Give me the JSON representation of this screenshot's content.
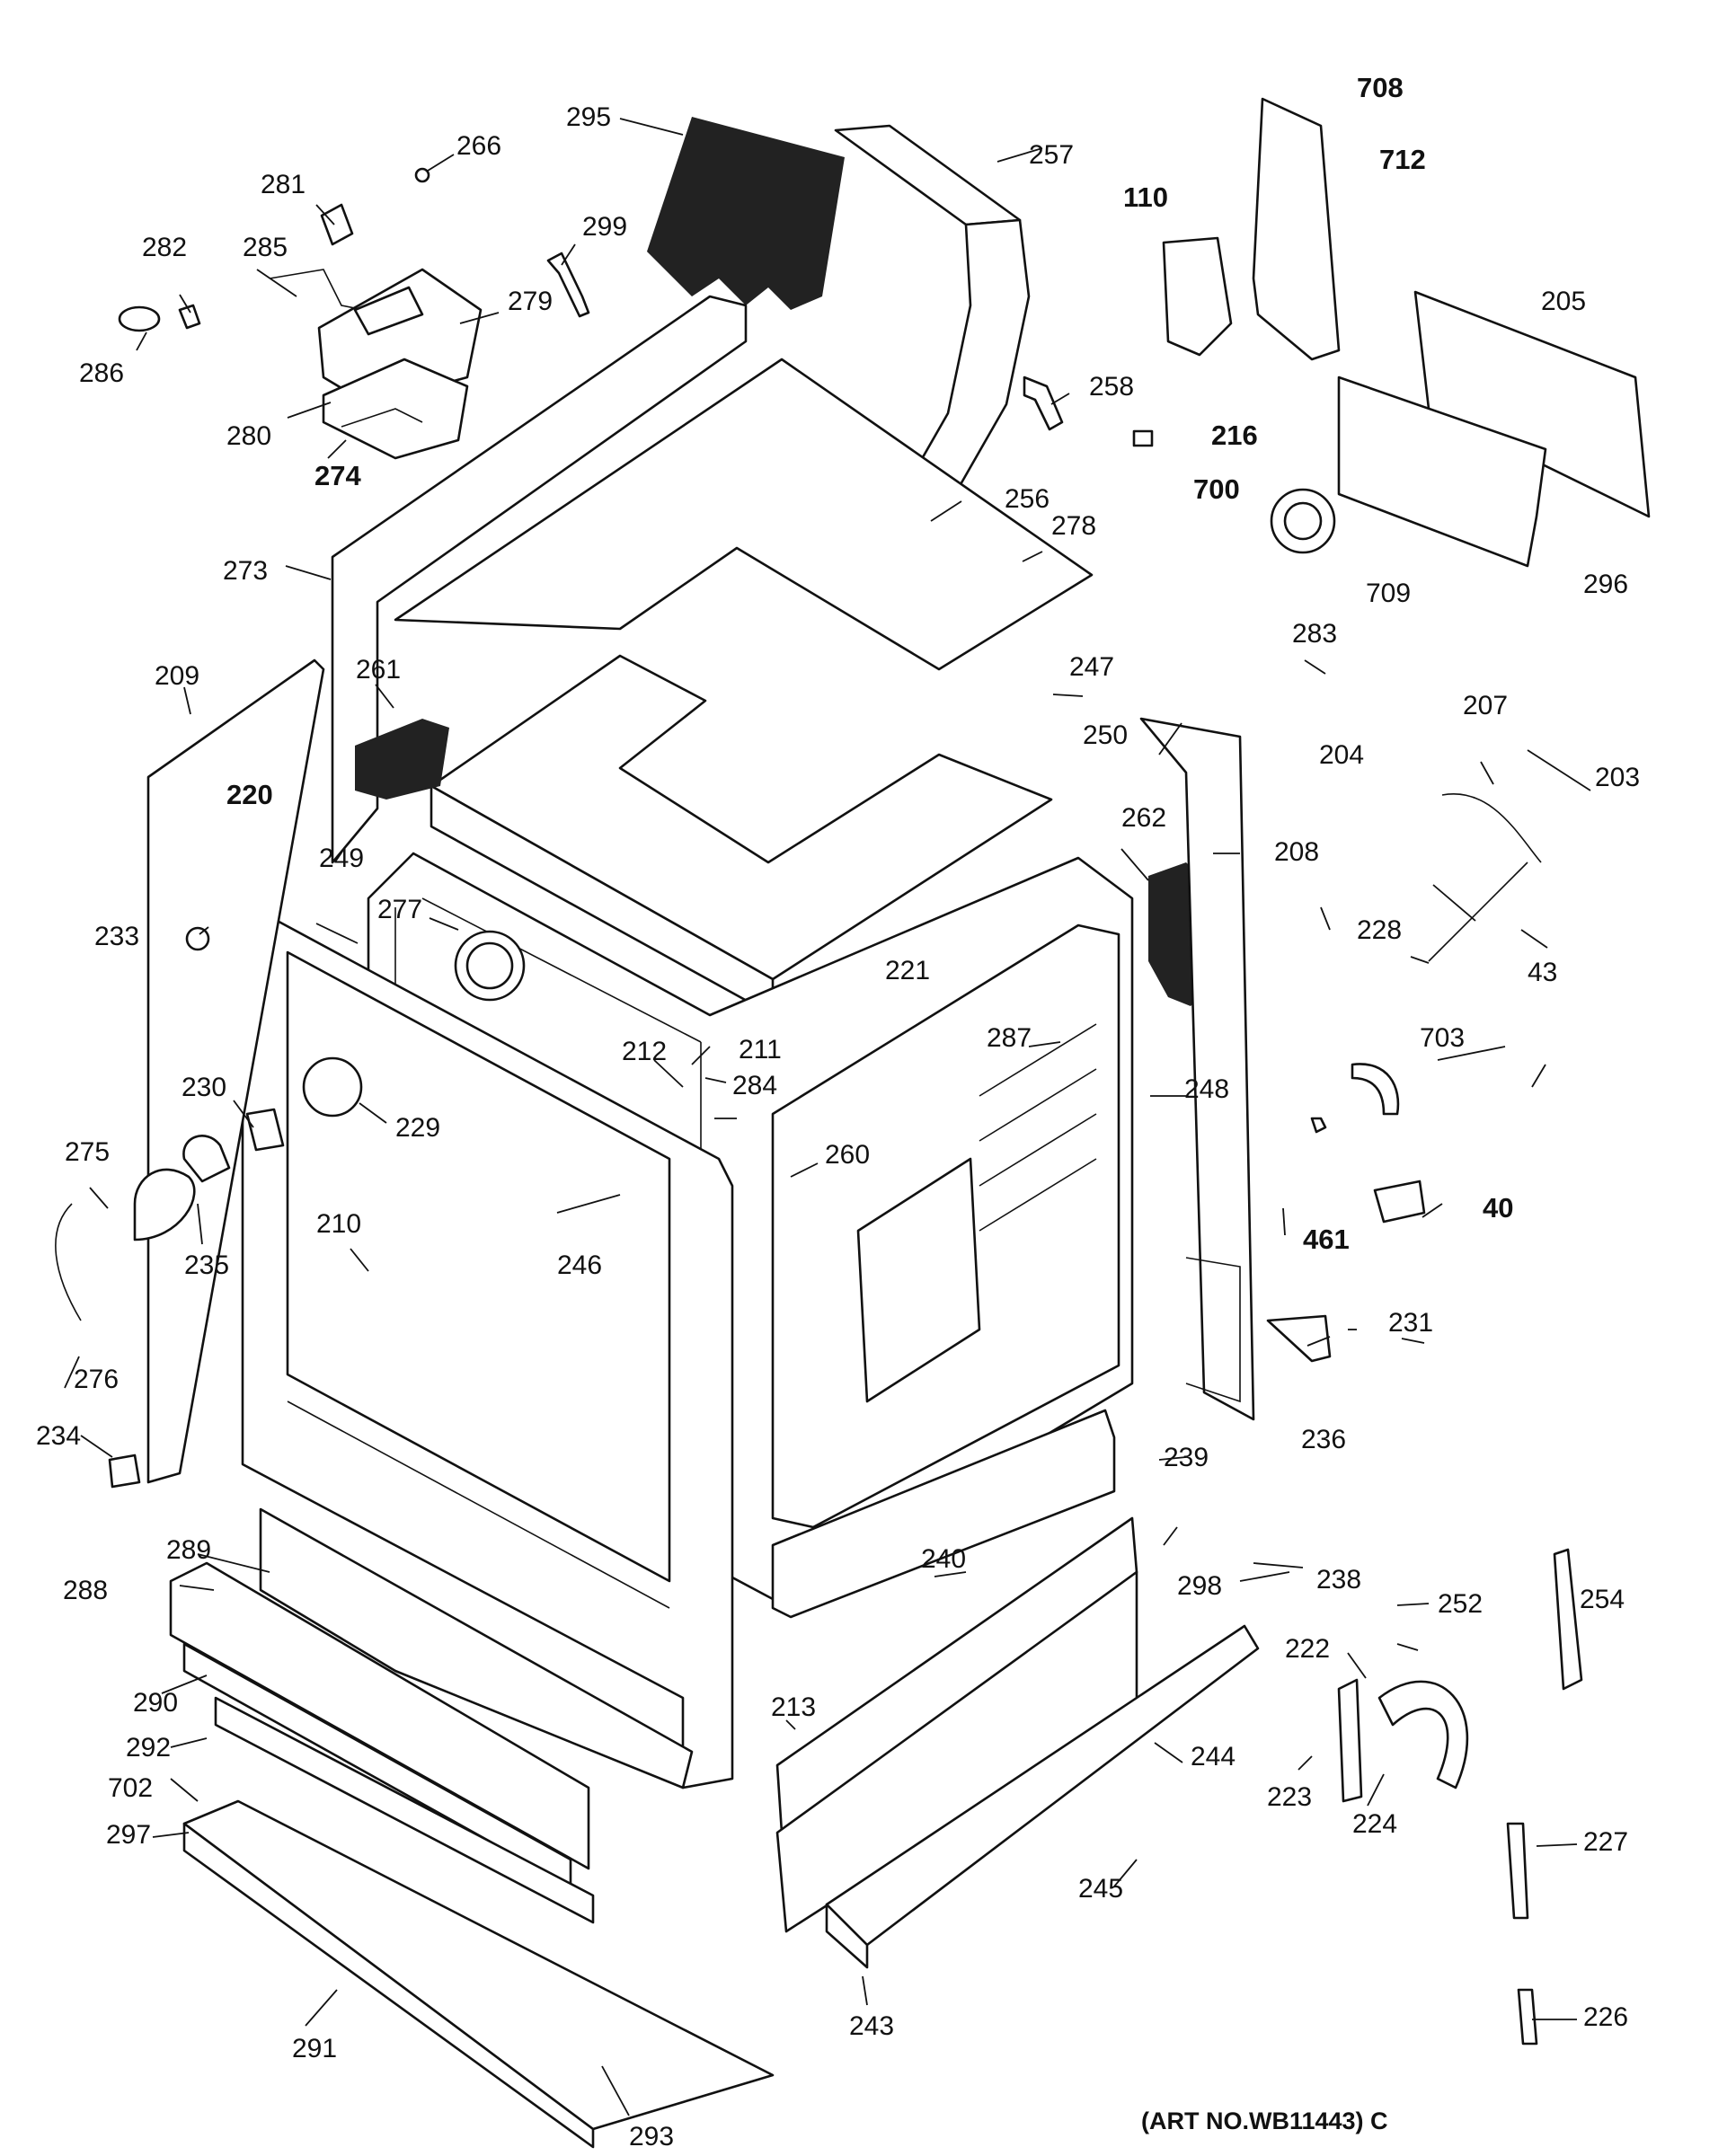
{
  "art_number": "(ART NO.WB11443) C",
  "labels": {
    "p40": "40",
    "p43": "43",
    "p110": "110",
    "p203": "203",
    "p204": "204",
    "p205": "205",
    "p207": "207",
    "p208": "208",
    "p209": "209",
    "p210": "210",
    "p211": "211",
    "p212": "212",
    "p213": "213",
    "p216": "216",
    "p220": "220",
    "p221": "221",
    "p222": "222",
    "p223": "223",
    "p224": "224",
    "p226": "226",
    "p227": "227",
    "p228": "228",
    "p229": "229",
    "p230": "230",
    "p231": "231",
    "p233": "233",
    "p234": "234",
    "p235": "235",
    "p236": "236",
    "p238": "238",
    "p239": "239",
    "p240": "240",
    "p243": "243",
    "p244": "244",
    "p245": "245",
    "p246": "246",
    "p247": "247",
    "p248": "248",
    "p249": "249",
    "p250": "250",
    "p252": "252",
    "p254": "254",
    "p256": "256",
    "p257": "257",
    "p258": "258",
    "p260": "260",
    "p261": "261",
    "p262": "262",
    "p266": "266",
    "p273": "273",
    "p274": "274",
    "p275": "275",
    "p276": "276",
    "p277": "277",
    "p278": "278",
    "p279": "279",
    "p280": "280",
    "p281": "281",
    "p282": "282",
    "p283": "283",
    "p284": "284",
    "p285": "285",
    "p286": "286",
    "p287": "287",
    "p288": "288",
    "p289": "289",
    "p290": "290",
    "p291": "291",
    "p292": "292",
    "p293": "293",
    "p295": "295",
    "p296": "296",
    "p297": "297",
    "p298": "298",
    "p299": "299",
    "p461": "461",
    "p700": "700",
    "p702": "702",
    "p703": "703",
    "p708": "708",
    "p709": "709",
    "p712": "712"
  }
}
